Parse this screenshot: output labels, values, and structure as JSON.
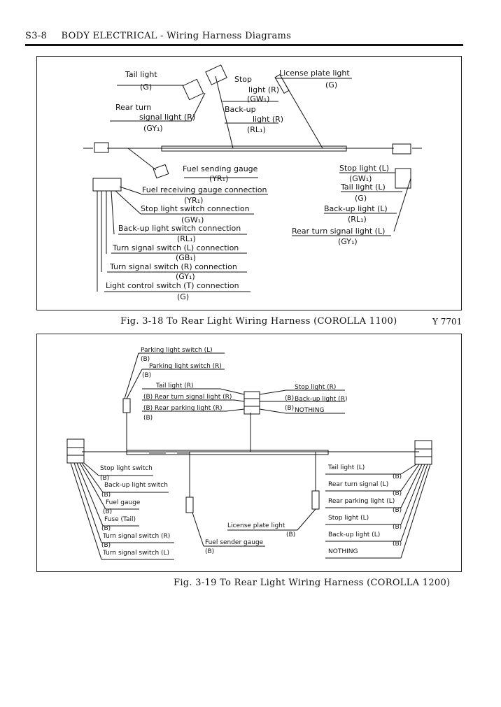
{
  "header": {
    "section": "S3-8",
    "title": "BODY ELECTRICAL - Wiring Harness Diagrams"
  },
  "fig18": {
    "caption": "Fig. 3-18 To Rear Light Wiring Harness (COROLLA 1100)",
    "code": "Y 7701",
    "labels": {
      "tail_light": "Tail light",
      "tail_light_color": "(G)",
      "stop_light": "Stop",
      "stop_light_2": "light (R)",
      "stop_light_color": "(GW₁)",
      "backup": "Back-up",
      "backup_2": "light (R)",
      "backup_color": "(RL₁)",
      "rear_turn": "Rear turn",
      "rear_turn_2": "signal light (R)",
      "rear_turn_color": "(GY₁)",
      "license": "License plate light",
      "license_color": "(G)",
      "fuel_sending": "Fuel sending gauge",
      "fuel_sending_color": "(YR₁)",
      "fuel_receiving": "Fuel receiving gauge connection",
      "fuel_receiving_color": "(YR₁)",
      "stop_switch": "Stop light switch connection",
      "stop_switch_color": "(GW₁)",
      "backup_switch": "Back-up light switch connection",
      "backup_switch_color": "(RL₁)",
      "turn_l": "Turn signal switch (L) connection",
      "turn_l_color": "(GB₁)",
      "turn_r": "Turn signal switch (R) connection",
      "turn_r_color": "(GY₁)",
      "light_control": "Light control switch (T) connection",
      "light_control_color": "(G)",
      "stop_l": "Stop light (L)",
      "stop_l_color": "(GW₁)",
      "tail_l": "Tail light (L)",
      "tail_l_color": "(G)",
      "backup_l": "Back-up light (L)",
      "backup_l_color": "(RL₁)",
      "rear_turn_l": "Rear turn signal light (L)",
      "rear_turn_l_color": "(GY₁)"
    }
  },
  "fig19": {
    "caption": "Fig. 3-19 To Rear Light Wiring Harness (COROLLA 1200)",
    "labels": {
      "parking_l": "Parking light switch (L)",
      "parking_r": "Parking light switch (R)",
      "tail_r": "Tail light (R)",
      "rear_turn_r": "Rear turn signal light (R)",
      "rear_parking_r": "Rear parking light (R)",
      "stop_r": "Stop light (R)",
      "backup_r": "Back-up light (R)",
      "nothing": "NOTHING",
      "stop_switch": "Stop light switch",
      "backup_switch": "Back-up light switch",
      "fuel_gauge": "Fuel gauge",
      "fuse": "Fuse (Tail)",
      "turn_r": "Turn signal switch (R)",
      "turn_l": "Turn signal switch (L)",
      "fuel_sender": "Fuel sender gauge",
      "license": "License plate light",
      "tail_l": "Tail light (L)",
      "rear_turn_l": "Rear turn signal (L)",
      "rear_parking_l": "Rear parking light (L)",
      "stop_l": "Stop light (L)",
      "backup_l": "Back-up light (L)",
      "nothing_r": "NOTHING",
      "b": "(B)"
    }
  }
}
